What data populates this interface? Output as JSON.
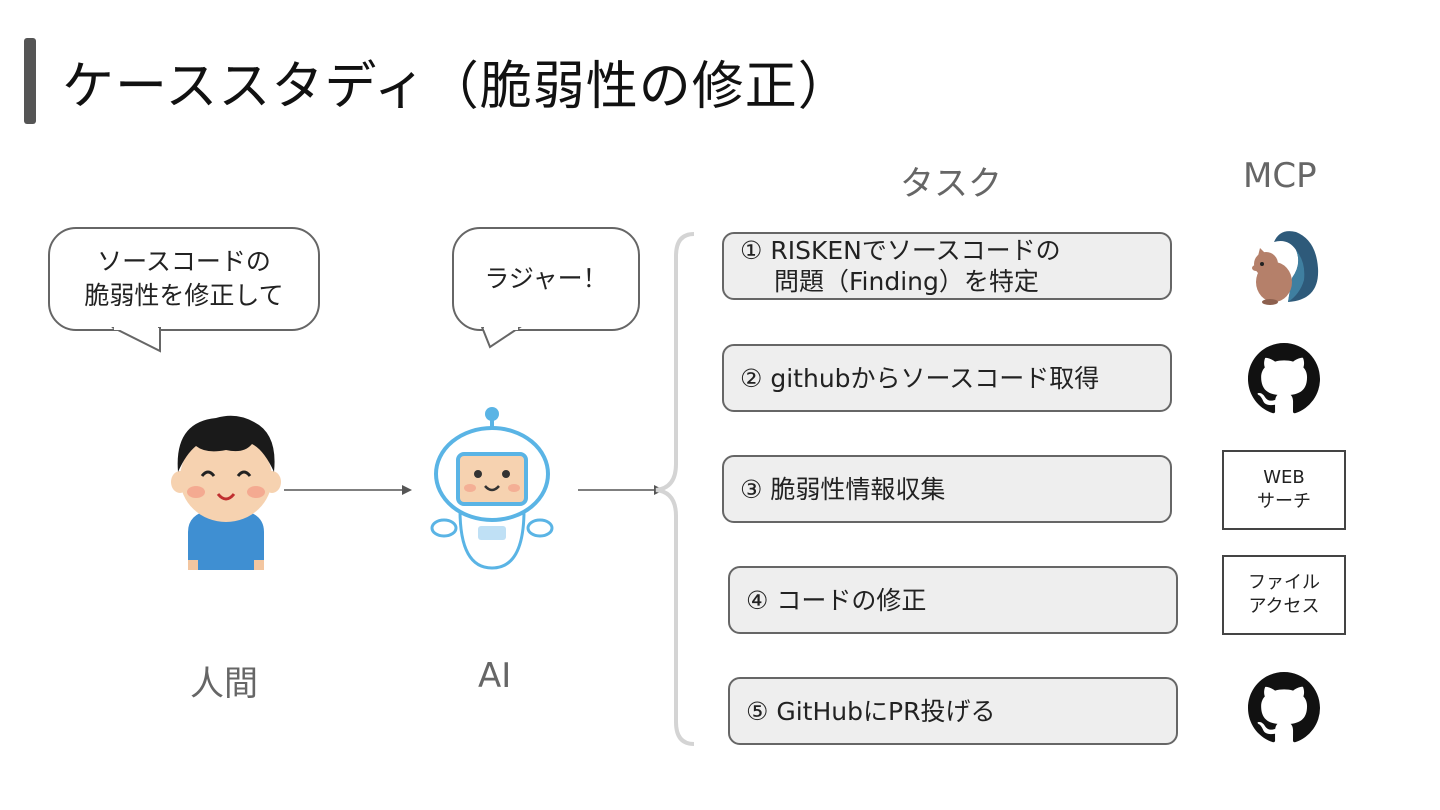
{
  "title": "ケーススタディ（脆弱性の修正）",
  "columns": {
    "task": "タスク",
    "mcp": "MCP"
  },
  "human": {
    "label": "人間",
    "speech": [
      "ソースコードの",
      "脆弱性を修正して"
    ]
  },
  "ai": {
    "label": "AI",
    "speech": "ラジャー！"
  },
  "tasks": [
    {
      "lines": [
        "① RISKENでソースコードの",
        "問題（Finding）を特定"
      ],
      "tool_icon": "squirrel-icon"
    },
    {
      "lines": [
        "② githubからソースコード取得"
      ],
      "tool_icon": "github-icon"
    },
    {
      "lines": [
        "③ 脆弱性情報収集"
      ],
      "tool_label": [
        "WEB",
        "サーチ"
      ]
    },
    {
      "lines": [
        "④ コードの修正"
      ],
      "tool_label": [
        "ファイル",
        "アクセス"
      ]
    },
    {
      "lines": [
        "⑤ GitHubにPR投げる"
      ],
      "tool_icon": "github-icon"
    }
  ],
  "colors": {
    "bubble_border": "#666666",
    "task_fill": "#eeeeee",
    "robot_blue": "#5ab4e5",
    "shirt_blue": "#3f8fd2",
    "hair": "#1a1a1a",
    "github": "#111111"
  }
}
